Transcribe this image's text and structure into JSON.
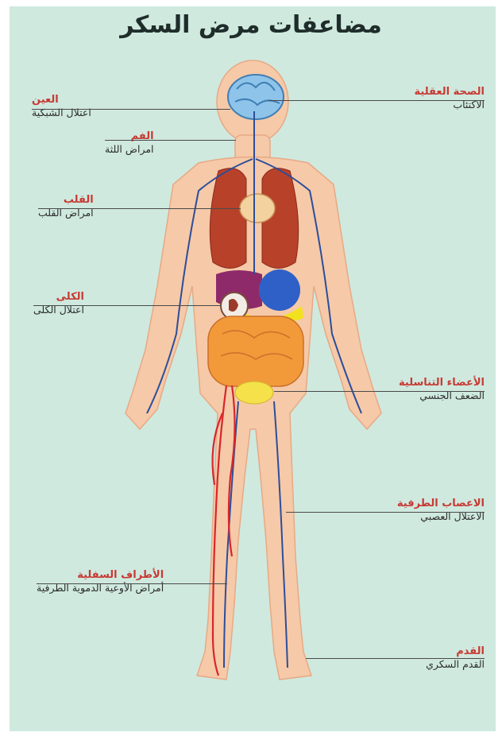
{
  "title": "مضاعفات مرض السكر",
  "labels": {
    "eye": {
      "organ": "العين",
      "condition": "اعتلال الشبكية"
    },
    "mouth": {
      "organ": "الفم",
      "condition": "امراض اللثة"
    },
    "heart": {
      "organ": "القلب",
      "condition": "امراض القلب"
    },
    "kidney": {
      "organ": "الكلى",
      "condition": "اعتلال الكلى"
    },
    "legs": {
      "organ": "الأطراف السفلية",
      "condition": "أمراض الأوعية الدموية الطرفية"
    },
    "mental": {
      "organ": "الصحة العقلية",
      "condition": "الاكتئاب"
    },
    "genital": {
      "organ": "الأعضاء التناسلية",
      "condition": "الضعف الجنسي"
    },
    "nerves": {
      "organ": "الاعصاب الطرفية",
      "condition": "الاعتلال العصبي"
    },
    "foot": {
      "organ": "القدم",
      "condition": "القدم السكري"
    }
  },
  "colors": {
    "background": "#cfe9df",
    "organ_label": "#c73a32",
    "skin": "#f6c9a8",
    "vein": "#2b4e9b",
    "artery": "#d7262b"
  }
}
